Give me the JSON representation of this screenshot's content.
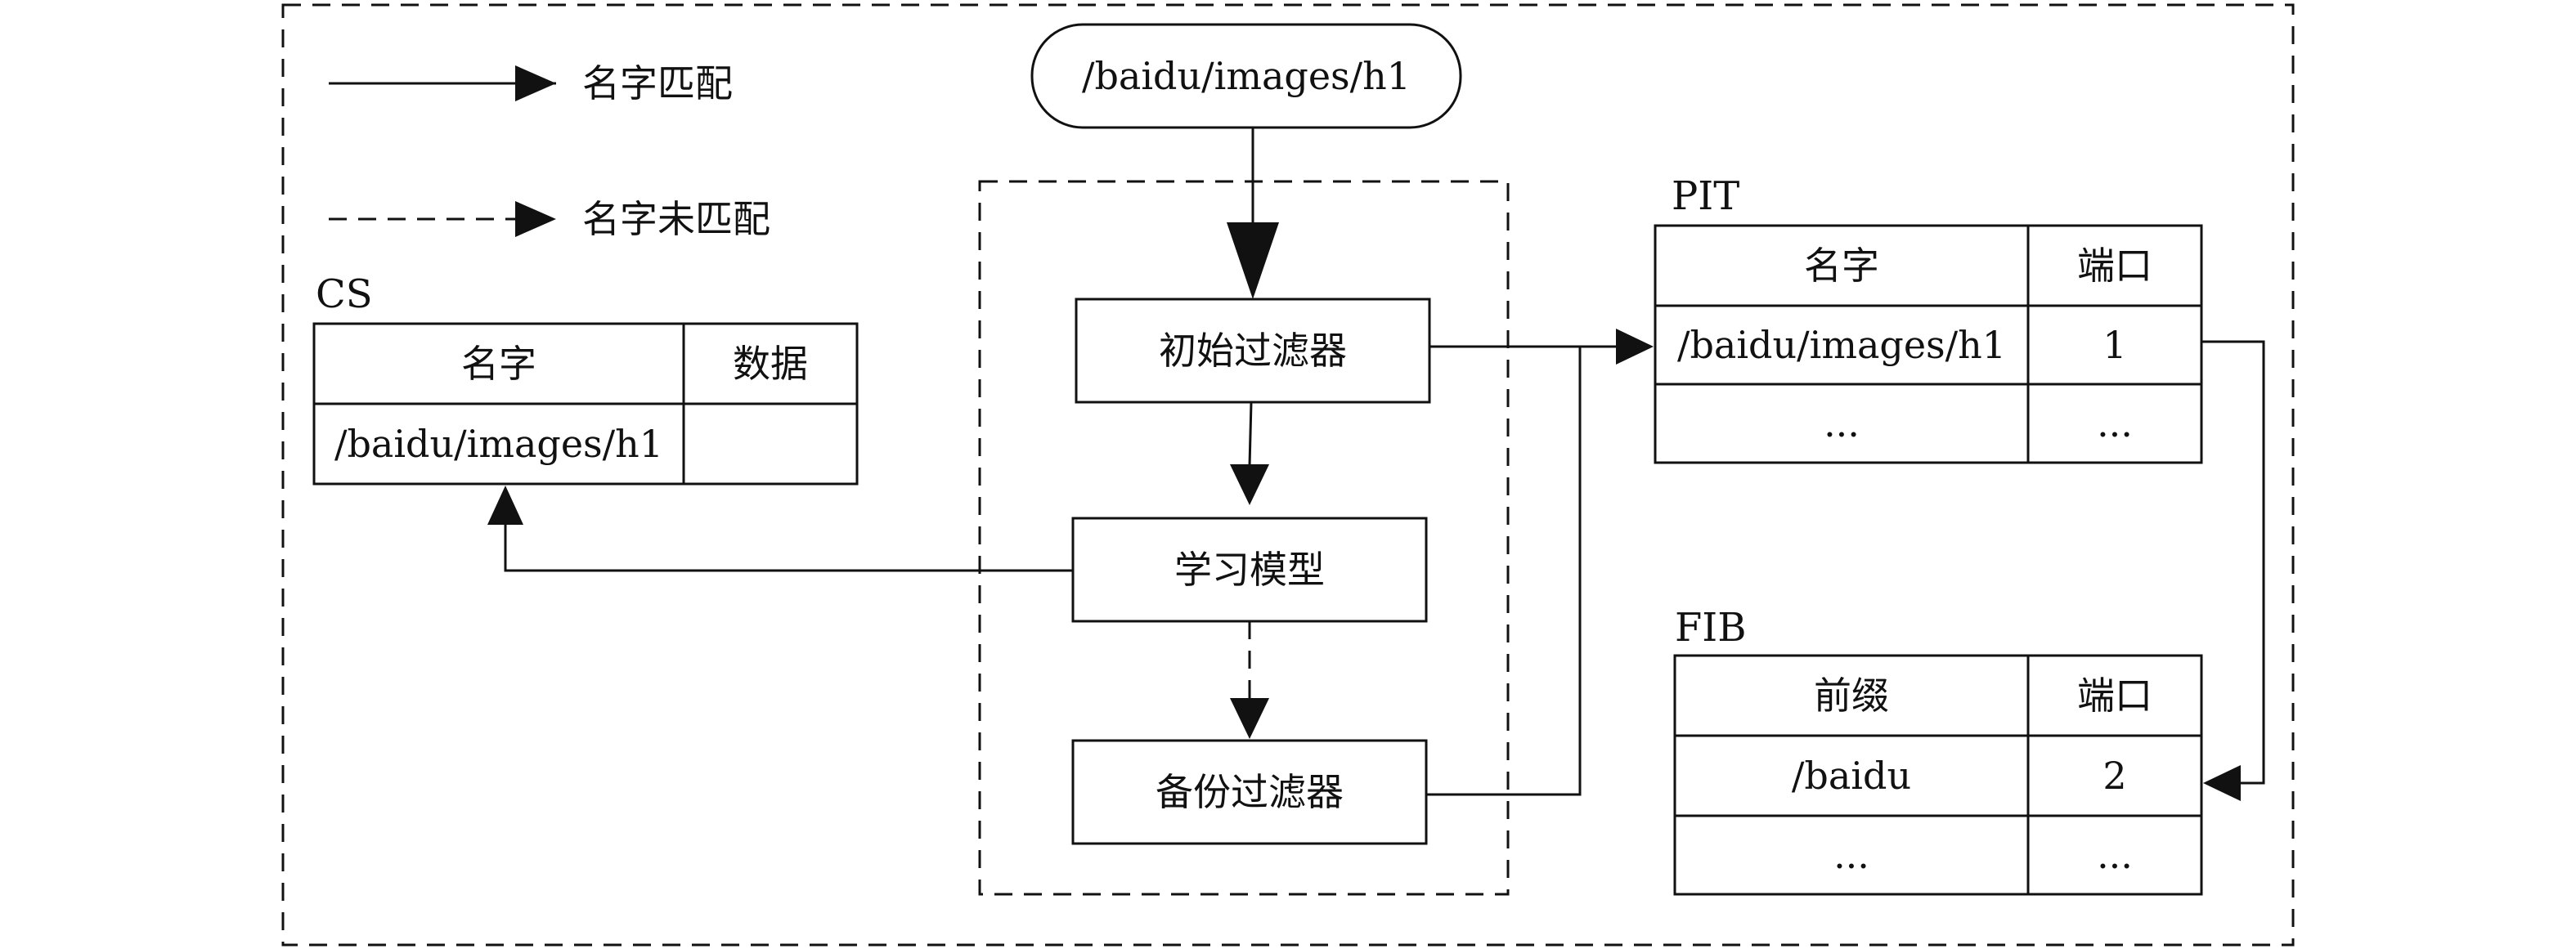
{
  "legend": {
    "match_label": "名字匹配",
    "nomatch_label": "名字未匹配"
  },
  "request_name": "/baidu/images/h1",
  "blocks": {
    "initial_filter": "初始过滤器",
    "learning_model": "学习模型",
    "backup_filter": "备份过滤器"
  },
  "cs": {
    "title": "CS",
    "headers": [
      "名字",
      "数据"
    ],
    "rows": [
      [
        "/baidu/images/h1",
        ""
      ]
    ]
  },
  "pit": {
    "title": "PIT",
    "headers": [
      "名字",
      "端口"
    ],
    "rows": [
      [
        "/baidu/images/h1",
        "1"
      ],
      [
        "...",
        "..."
      ]
    ]
  },
  "fib": {
    "title": "FIB",
    "headers": [
      "前缀",
      "端口"
    ],
    "rows": [
      [
        "/baidu",
        "2"
      ],
      [
        "...",
        "..."
      ]
    ]
  },
  "colors": {
    "line": "#111111",
    "background": "#ffffff"
  }
}
